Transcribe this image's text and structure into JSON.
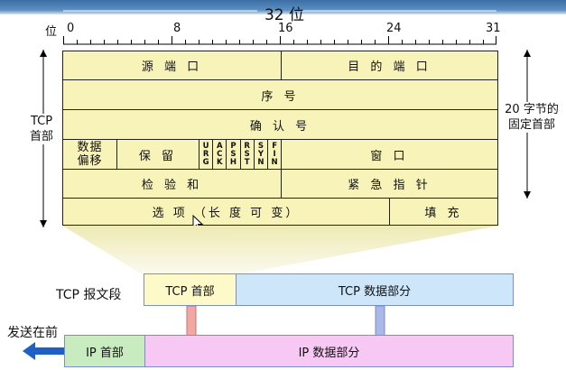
{
  "header": {
    "title": "32 位",
    "bit_label": "位",
    "bit_marks": [
      "0",
      "8",
      "16",
      "24",
      "31"
    ]
  },
  "header_fields": {
    "source_port": "源 端 口",
    "dest_port": "目 的 端 口",
    "seq": "序 号",
    "ack": "确 认 号",
    "data_offset": "数据\n偏移",
    "reserved": "保 留",
    "flags": [
      "URG",
      "ACK",
      "PSH",
      "RST",
      "SYN",
      "FIN"
    ],
    "window": "窗 口",
    "checksum": "检 验 和",
    "urgent_pointer": "紧 急 指 针",
    "options": "选 项 （长 度 可 变）",
    "padding": "填 充"
  },
  "left_label": "TCP\n首部",
  "right_label": "20 字节的\n固定首部",
  "segment": {
    "label": "TCP 报文段",
    "header": "TCP 首部",
    "data": "TCP 数据部分"
  },
  "ip": {
    "send_first": "发送在前",
    "header": "IP 首部",
    "data": "IP 数据部分"
  },
  "colors": {
    "field_fill": "#f8f3b8",
    "tcp_header_fill": "#fdf9c8",
    "tcp_data_fill": "#cde6f9",
    "ip_header_fill": "#c8ebc0",
    "ip_data_fill": "#f8c8f4",
    "arrow_blue": "#1f5fc6"
  }
}
